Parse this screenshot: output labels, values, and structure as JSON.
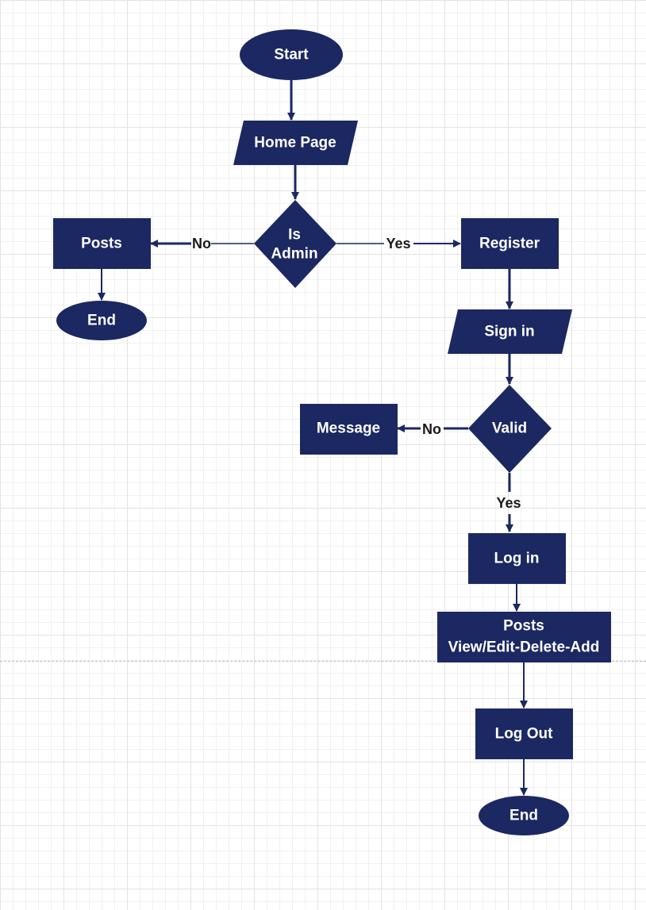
{
  "diagram": {
    "colors": {
      "node_fill": "#1b2862",
      "edge": "#1b2862",
      "node_text": "#ffffff",
      "label_text": "#1a1a1a"
    },
    "nodes": {
      "start": "Start",
      "home_page": "Home Page",
      "is_admin_line1": "Is",
      "is_admin_line2": "Admin",
      "posts_left": "Posts",
      "end_left": "End",
      "register": "Register",
      "sign_in": "Sign in",
      "valid": "Valid",
      "message": "Message",
      "log_in": "Log in",
      "posts_right_line1": "Posts",
      "posts_right_line2": "View/Edit-Delete-Add",
      "log_out": "Log Out",
      "end_right": "End"
    },
    "edge_labels": {
      "admin_no": "No",
      "admin_yes": "Yes",
      "valid_no": "No",
      "valid_yes": "Yes"
    }
  }
}
